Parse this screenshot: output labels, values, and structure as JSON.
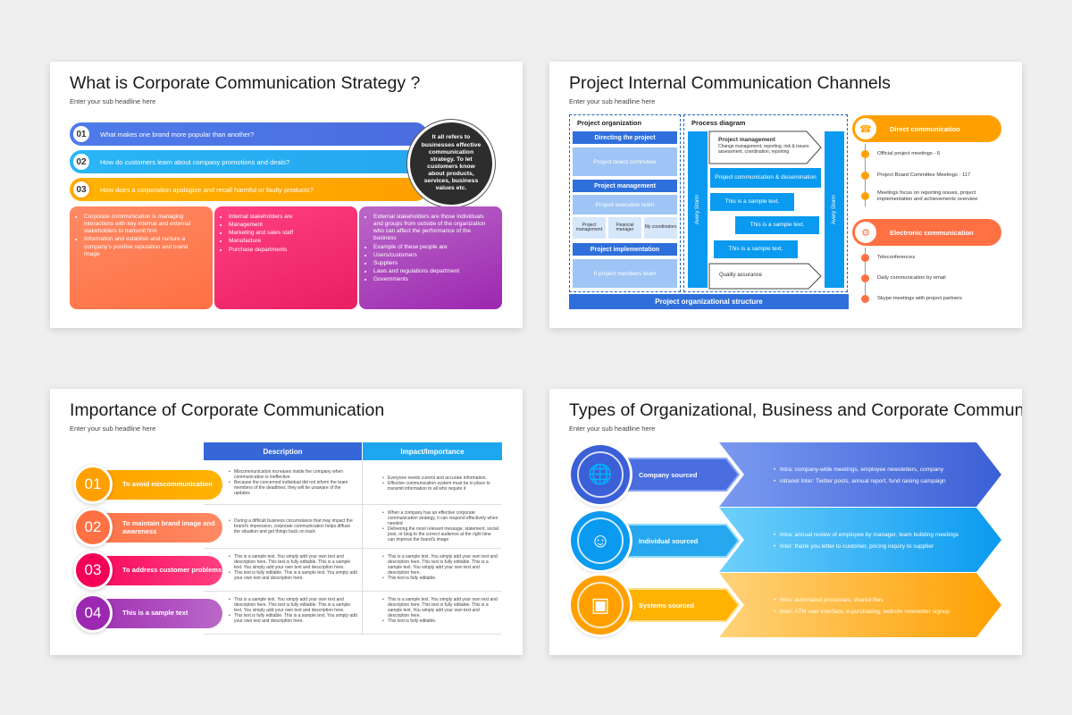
{
  "slide1": {
    "title": "What is Corporate Communication Strategy ?",
    "sub": "Enter your sub headline here",
    "questions": [
      {
        "num": "01",
        "text": "What makes one brand more popular than another?"
      },
      {
        "num": "02",
        "text": "How do customers learn about company promotions and deals?"
      },
      {
        "num": "03",
        "text": "How does a corporation apologize and recall harmful or faulty products?"
      }
    ],
    "circle": "It all refers to businesses effective communication strategy. To let customers know about products, services, business values etc.",
    "box1": [
      "Corporate communication is managing interactions with key internal and external stakeholders to transmit firm",
      "Information and establish and nurture a company's positive reputation and brand image"
    ],
    "box2": [
      "Internal stakeholders are",
      "Management",
      "Marketing and sales staff",
      "Manufacture",
      "Purchase departments"
    ],
    "box3": [
      "External stakeholders are those individuals and groups from outside of the organization who can affect the performance of the business",
      "Example of these people are",
      "Users/customers",
      "Suppliers",
      "Laws and regulations department",
      "Governments"
    ]
  },
  "slide2": {
    "title": "Project Internal Communication Channels",
    "sub": "Enter your sub headline here",
    "org_hdr": "Project organization",
    "directing": "Directing the project",
    "board": "Project board committee",
    "pm": "Project management",
    "exec": "Project executive team",
    "mini": [
      "Project management",
      "Financial manager",
      "My coordinators"
    ],
    "impl": "Project implementation",
    "members": "6 project members team",
    "proc_hdr": "Process diagram",
    "vleft": "Avery Storm",
    "vright": "Avery Storm",
    "pm_box_title": "Project management",
    "pm_box_text": "Change management, reporting, risk & issues assessment, coordination, reporting",
    "comm": "Project communication & dissemination",
    "sample1": "This is a sample text.",
    "sample2": "This is a sample text.",
    "sample3": "This is a sample text.",
    "quality": "Quality assurance",
    "footer": "Project organizational structure",
    "direct": {
      "title": "Direct communication",
      "items": [
        "Official project meetings - 6",
        "Project Board Committee Meetings - 117",
        "Meetings focus on reporting issues, project implementation and achievements overview"
      ]
    },
    "electronic": {
      "title": "Electronic communication",
      "items": [
        "Teleconferences",
        "Daily communication by email",
        "Skype meetings with project partners"
      ]
    },
    "colors": {
      "orange": "#ffa000",
      "deep_orange": "#ff7043"
    }
  },
  "slide3": {
    "title": "Importance of Corporate Communication",
    "sub": "Enter your sub headline here",
    "col1": "Description",
    "col2": "Impact/Importance",
    "rows": [
      {
        "num": "01",
        "label": "To avoid miscommunication",
        "desc": [
          "Miscommunication increases inside the company when communication is ineffective",
          "Because the concerned individual did not inform the team members of the deadlines, they will be unaware of the updates"
        ],
        "impact": [
          "Everyone needs current and accurate information.",
          "Effective communication system must be in place to transmit information to all who require it"
        ]
      },
      {
        "num": "02",
        "label": "To maintain brand image and awareness",
        "desc": [
          "During a difficult business circumstance that may impact the brand's impression, corporate communication helps diffuse the situation and get things back on track"
        ],
        "impact": [
          "When a company has an effective corporate communication strategy, it can respond effectively when needed",
          "Delivering the most relevant message, statement, social post, or blog to the correct audience at the right time can improve the brand's image"
        ]
      },
      {
        "num": "03",
        "label": "To address customer problems",
        "desc": [
          "This is a sample text. You simply add your own text and description here. This text is fully editable. This is a sample text. You simply add your own text and description here.",
          "This text is fully editable. This is a sample text. You simply add your own text and description here."
        ],
        "impact": [
          "This is a sample text. You simply add your own text and description here. This text is fully editable. This is a sample text. You simply add your own text and description here.",
          "This text is fully editable."
        ]
      },
      {
        "num": "04",
        "label": "This is a sample text",
        "desc": [
          "This is a sample text. You simply add your own text and description here. This text is fully editable. This is a sample text. You simply add your own text and description here.",
          "This text is fully editable. This is a sample text. You simply add your own text and description here."
        ],
        "impact": [
          "This is a sample text. You simply add your own text and description here. This text is fully editable. This is a sample text. You simply add your own text and description here.",
          "This text is fully editable."
        ]
      }
    ]
  },
  "slide4": {
    "title": "Types of Organizational, Business and Corporate Communication",
    "sub": "Enter your sub headline here",
    "rows": [
      {
        "label": "Company sourced",
        "items": [
          "Intra: company-wide meetings, employee newsletters, company",
          "intranet Inter: Twitter posts, annual report, fund raising campaign"
        ]
      },
      {
        "label": "Individual sourced",
        "items": [
          "Intra: annual review of employee by manager, team building meetings",
          "Inter: thank you letter to customer, pricing inquiry to supplier"
        ]
      },
      {
        "label": "Systems sourced",
        "items": [
          "Intra: automated processes, shared files",
          "Inter: ATM user interface, e-purchasing, website newsletter signup"
        ]
      }
    ]
  }
}
